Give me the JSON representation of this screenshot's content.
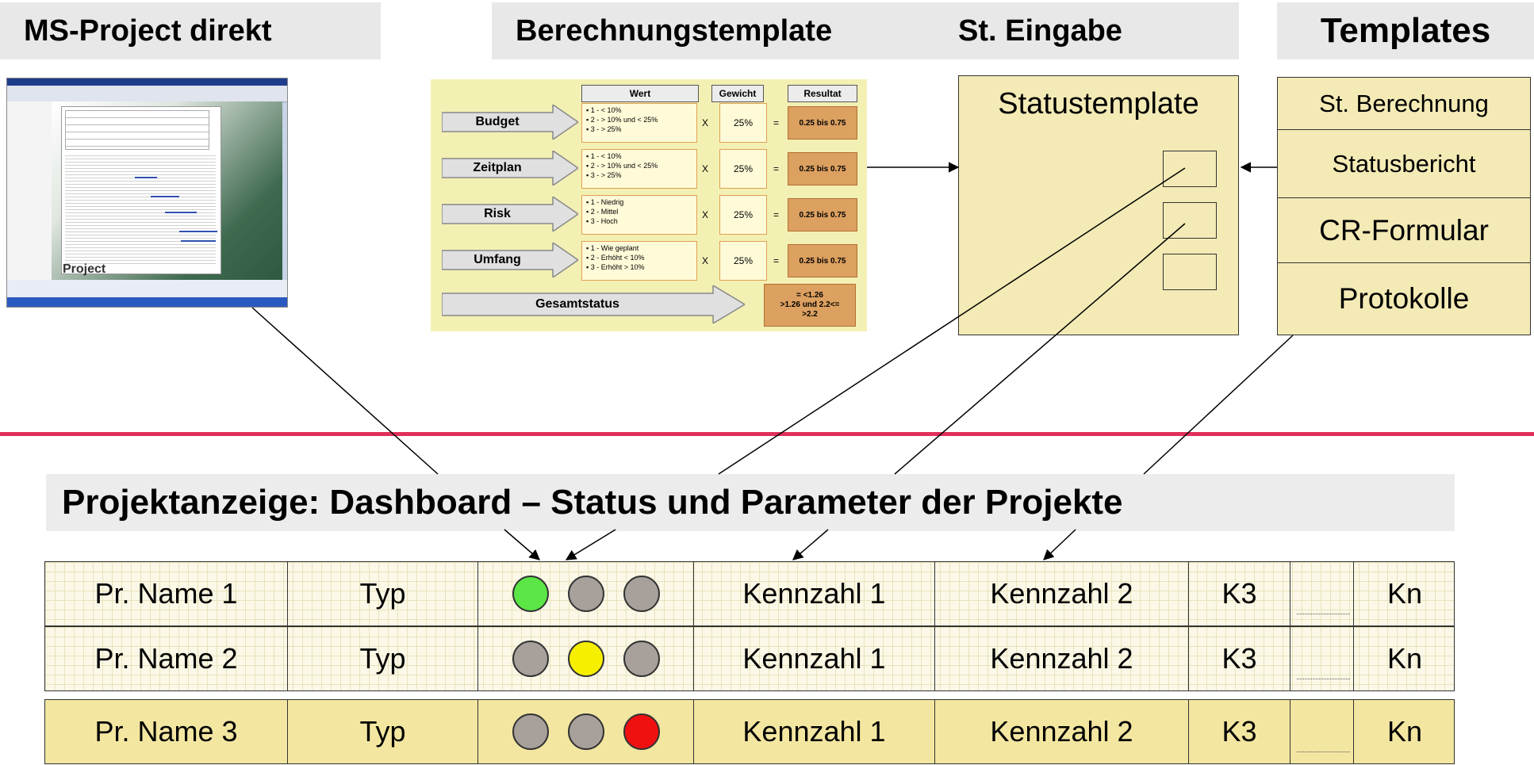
{
  "headers": {
    "ms_project": "MS-Project direkt",
    "berechnung": "Berechnungstemplate",
    "st_eingabe": "St. Eingabe",
    "templates": "Templates"
  },
  "ms_project_thumb": {
    "logo": "Project"
  },
  "berechnung": {
    "col_wert": "Wert",
    "col_gewicht": "Gewicht",
    "col_resultat": "Resultat",
    "rows": [
      {
        "label": "Budget",
        "items": [
          "▪ 1 - < 10%",
          "▪ 2 - > 10% und < 25%",
          "▪ 3 - > 25%"
        ],
        "x": "X",
        "weight": "25%",
        "eq": "=",
        "result": "0.25 bis 0.75"
      },
      {
        "label": "Zeitplan",
        "items": [
          "▪ 1 - < 10%",
          "▪ 2 - > 10% und < 25%",
          "▪ 3 - > 25%"
        ],
        "x": "X",
        "weight": "25%",
        "eq": "=",
        "result": "0.25 bis 0.75"
      },
      {
        "label": "Risk",
        "items": [
          "▪ 1 - Niedrig",
          "▪ 2 - Mittel",
          "▪ 3 - Hoch"
        ],
        "x": "X",
        "weight": "25%",
        "eq": "=",
        "result": "0.25 bis 0.75"
      },
      {
        "label": "Umfang",
        "items": [
          "▪ 1 - Wie geplant",
          "▪ 2 - Erhöht < 10%",
          "▪ 3 - Erhöht > 10%"
        ],
        "x": "X",
        "weight": "25%",
        "eq": "=",
        "result": "0.25 bis 0.75"
      }
    ],
    "gesamt_label": "Gesamtstatus",
    "gesamt_result": [
      "= <1.26",
      ">1.26 und 2.2<=",
      ">2.2"
    ]
  },
  "statustemplate": {
    "title": "Statustemplate"
  },
  "templates": {
    "items": [
      "St. Berechnung",
      "Statusbericht",
      "CR-Formular",
      "Protokolle"
    ]
  },
  "dashboard": {
    "title": "Projektanzeige: Dashboard – Status und Parameter der Projekte",
    "rows": [
      {
        "name": "Pr. Name 1",
        "typ": "Typ",
        "lights": [
          "#5ce646",
          "#a8a09b",
          "#a8a09b"
        ],
        "k1": "Kennzahl 1",
        "k2": "Kennzahl 2",
        "k3": "K3",
        "kn": "Kn"
      },
      {
        "name": "Pr. Name 2",
        "typ": "Typ",
        "lights": [
          "#a8a09b",
          "#f6f000",
          "#a8a09b"
        ],
        "k1": "Kennzahl 1",
        "k2": "Kennzahl 2",
        "k3": "K3",
        "kn": "Kn"
      },
      {
        "name": "Pr. Name 3",
        "typ": "Typ",
        "lights": [
          "#a8a09b",
          "#a8a09b",
          "#f01010"
        ],
        "k1": "Kennzahl 1",
        "k2": "Kennzahl 2",
        "k3": "K3",
        "kn": "Kn"
      }
    ]
  },
  "colors": {
    "header_bg": "#e8e8e8",
    "template_fill": "#f3eab5",
    "divider": "#e0305a",
    "result_fill": "#dca060"
  }
}
